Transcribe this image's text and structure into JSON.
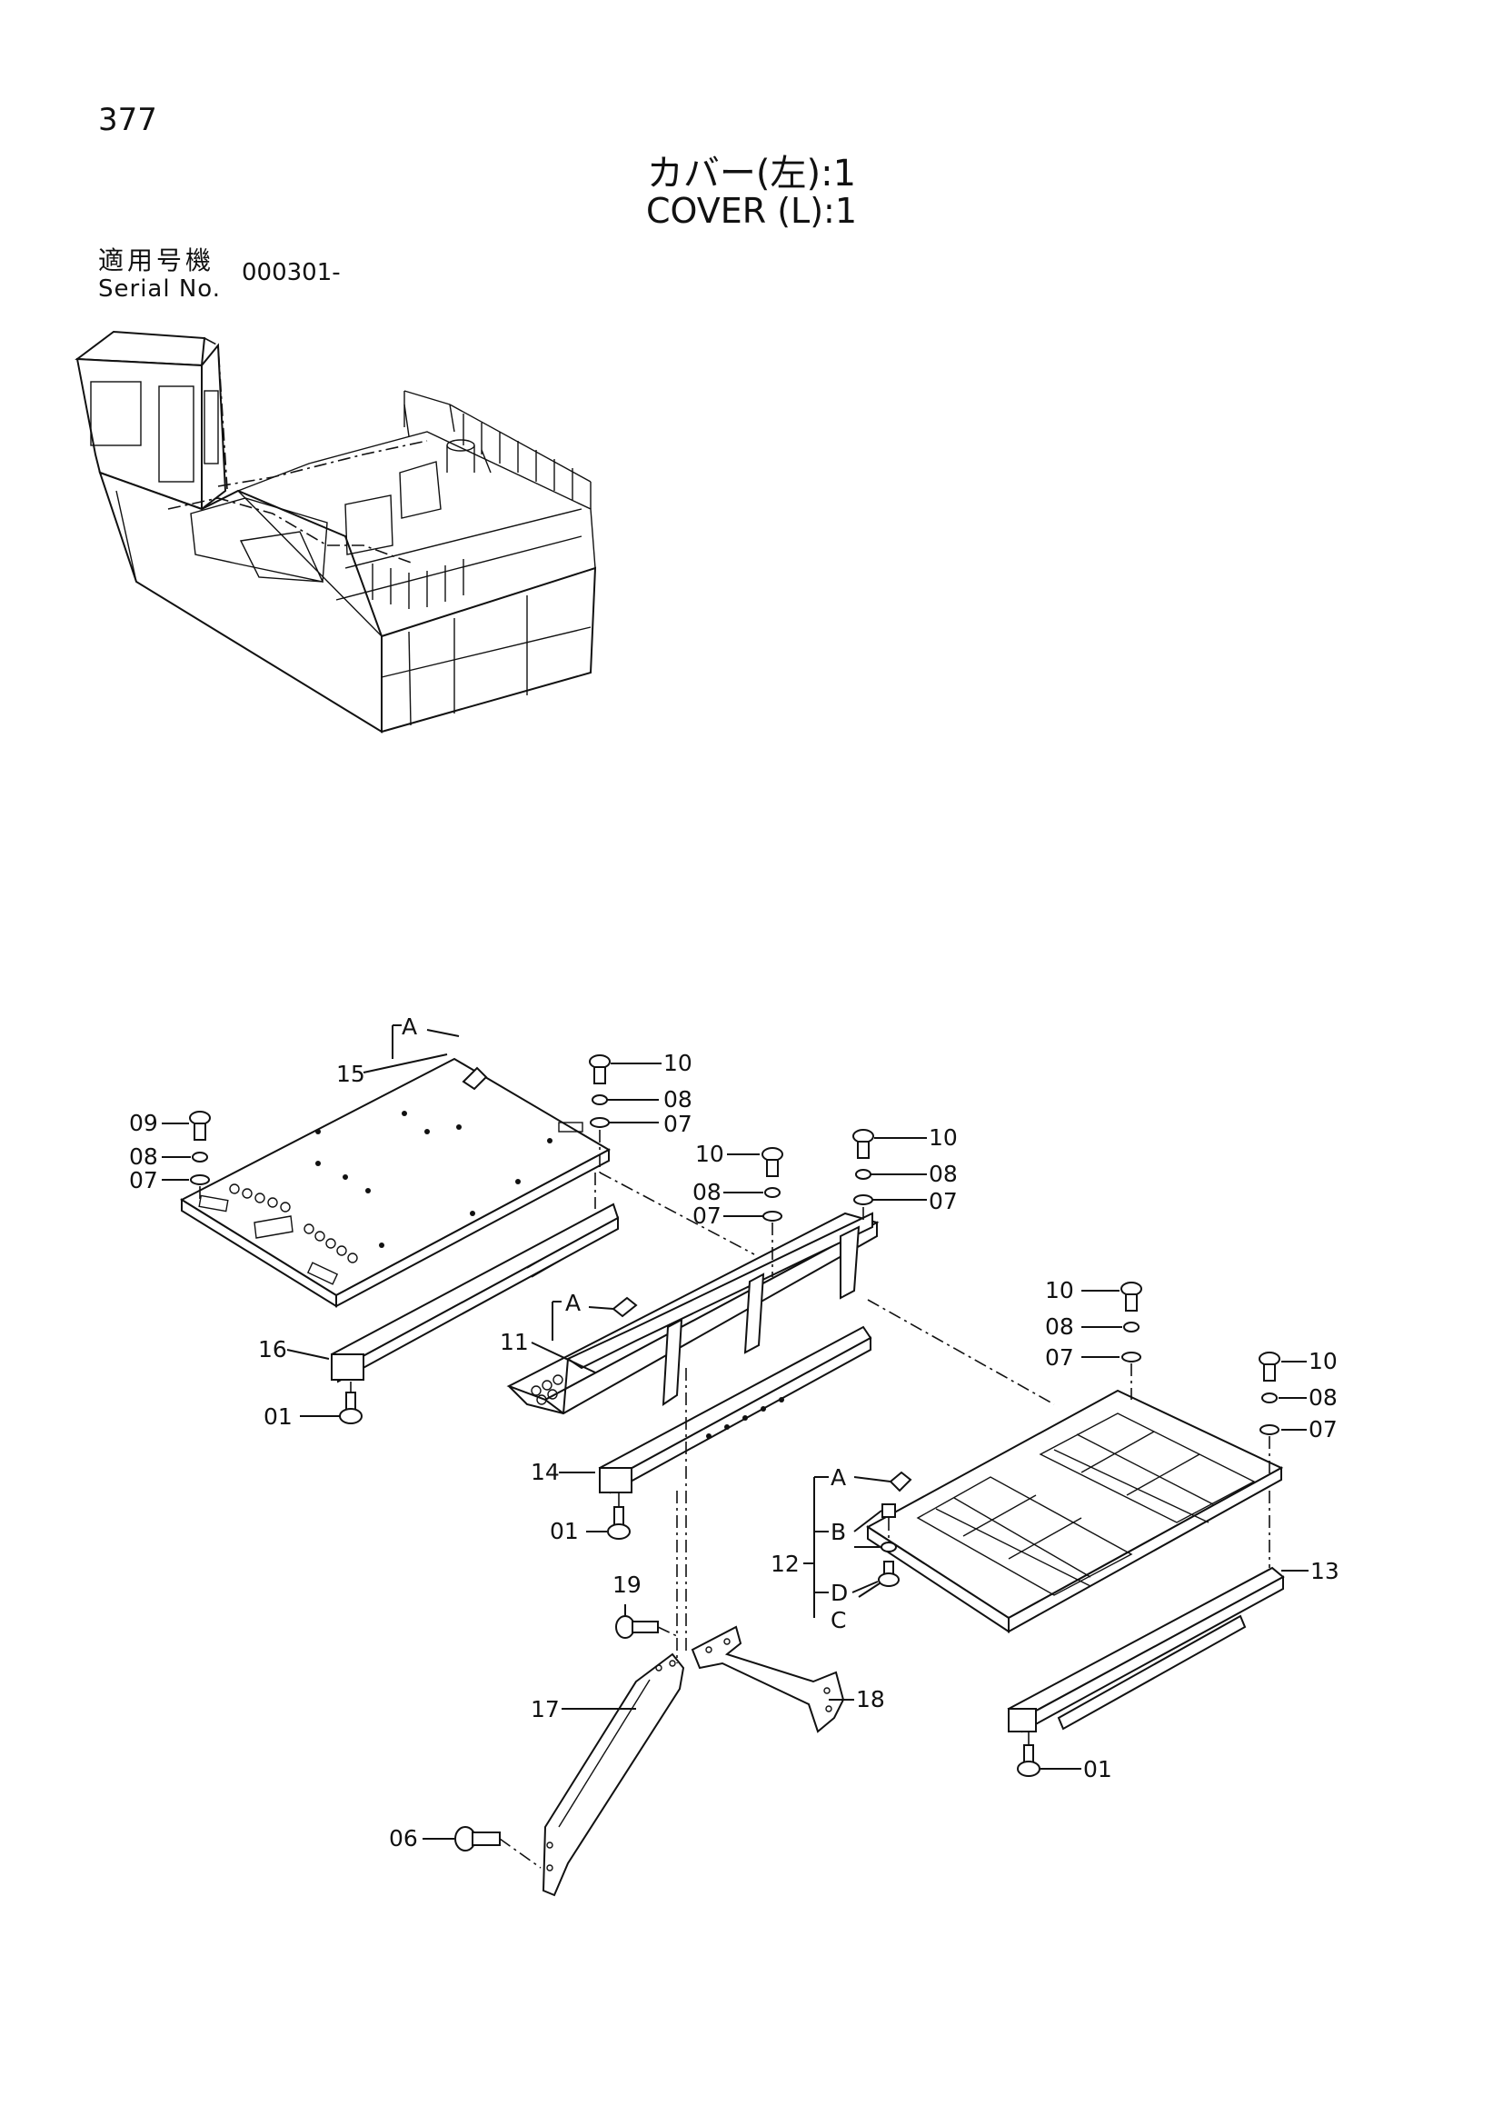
{
  "header": {
    "page_number": "377",
    "title_jp": "カバー(左):1",
    "title_en": "COVER (L):1",
    "serial_label_jp": "適用号機",
    "serial_label_en": "Serial No.",
    "serial_value": "000301-"
  },
  "callouts": {
    "c01a": "01",
    "c01b": "01",
    "c01c": "01",
    "c06": "06",
    "c07a": "07",
    "c07b": "07",
    "c07c": "07",
    "c07d": "07",
    "c07e": "07",
    "c07f": "07",
    "c08a": "08",
    "c08b": "08",
    "c08c": "08",
    "c08d": "08",
    "c08e": "08",
    "c08f": "08",
    "c09": "09",
    "c10a": "10",
    "c10b": "10",
    "c10c": "10",
    "c10d": "10",
    "c10e": "10",
    "c11": "11",
    "c12": "12",
    "c13": "13",
    "c14": "14",
    "c15": "15",
    "c16": "16",
    "c17": "17",
    "c18": "18",
    "c19": "19",
    "sA1": "A",
    "sA2": "A",
    "sA3": "A",
    "sB": "B",
    "sC": "C",
    "sD": "D"
  }
}
